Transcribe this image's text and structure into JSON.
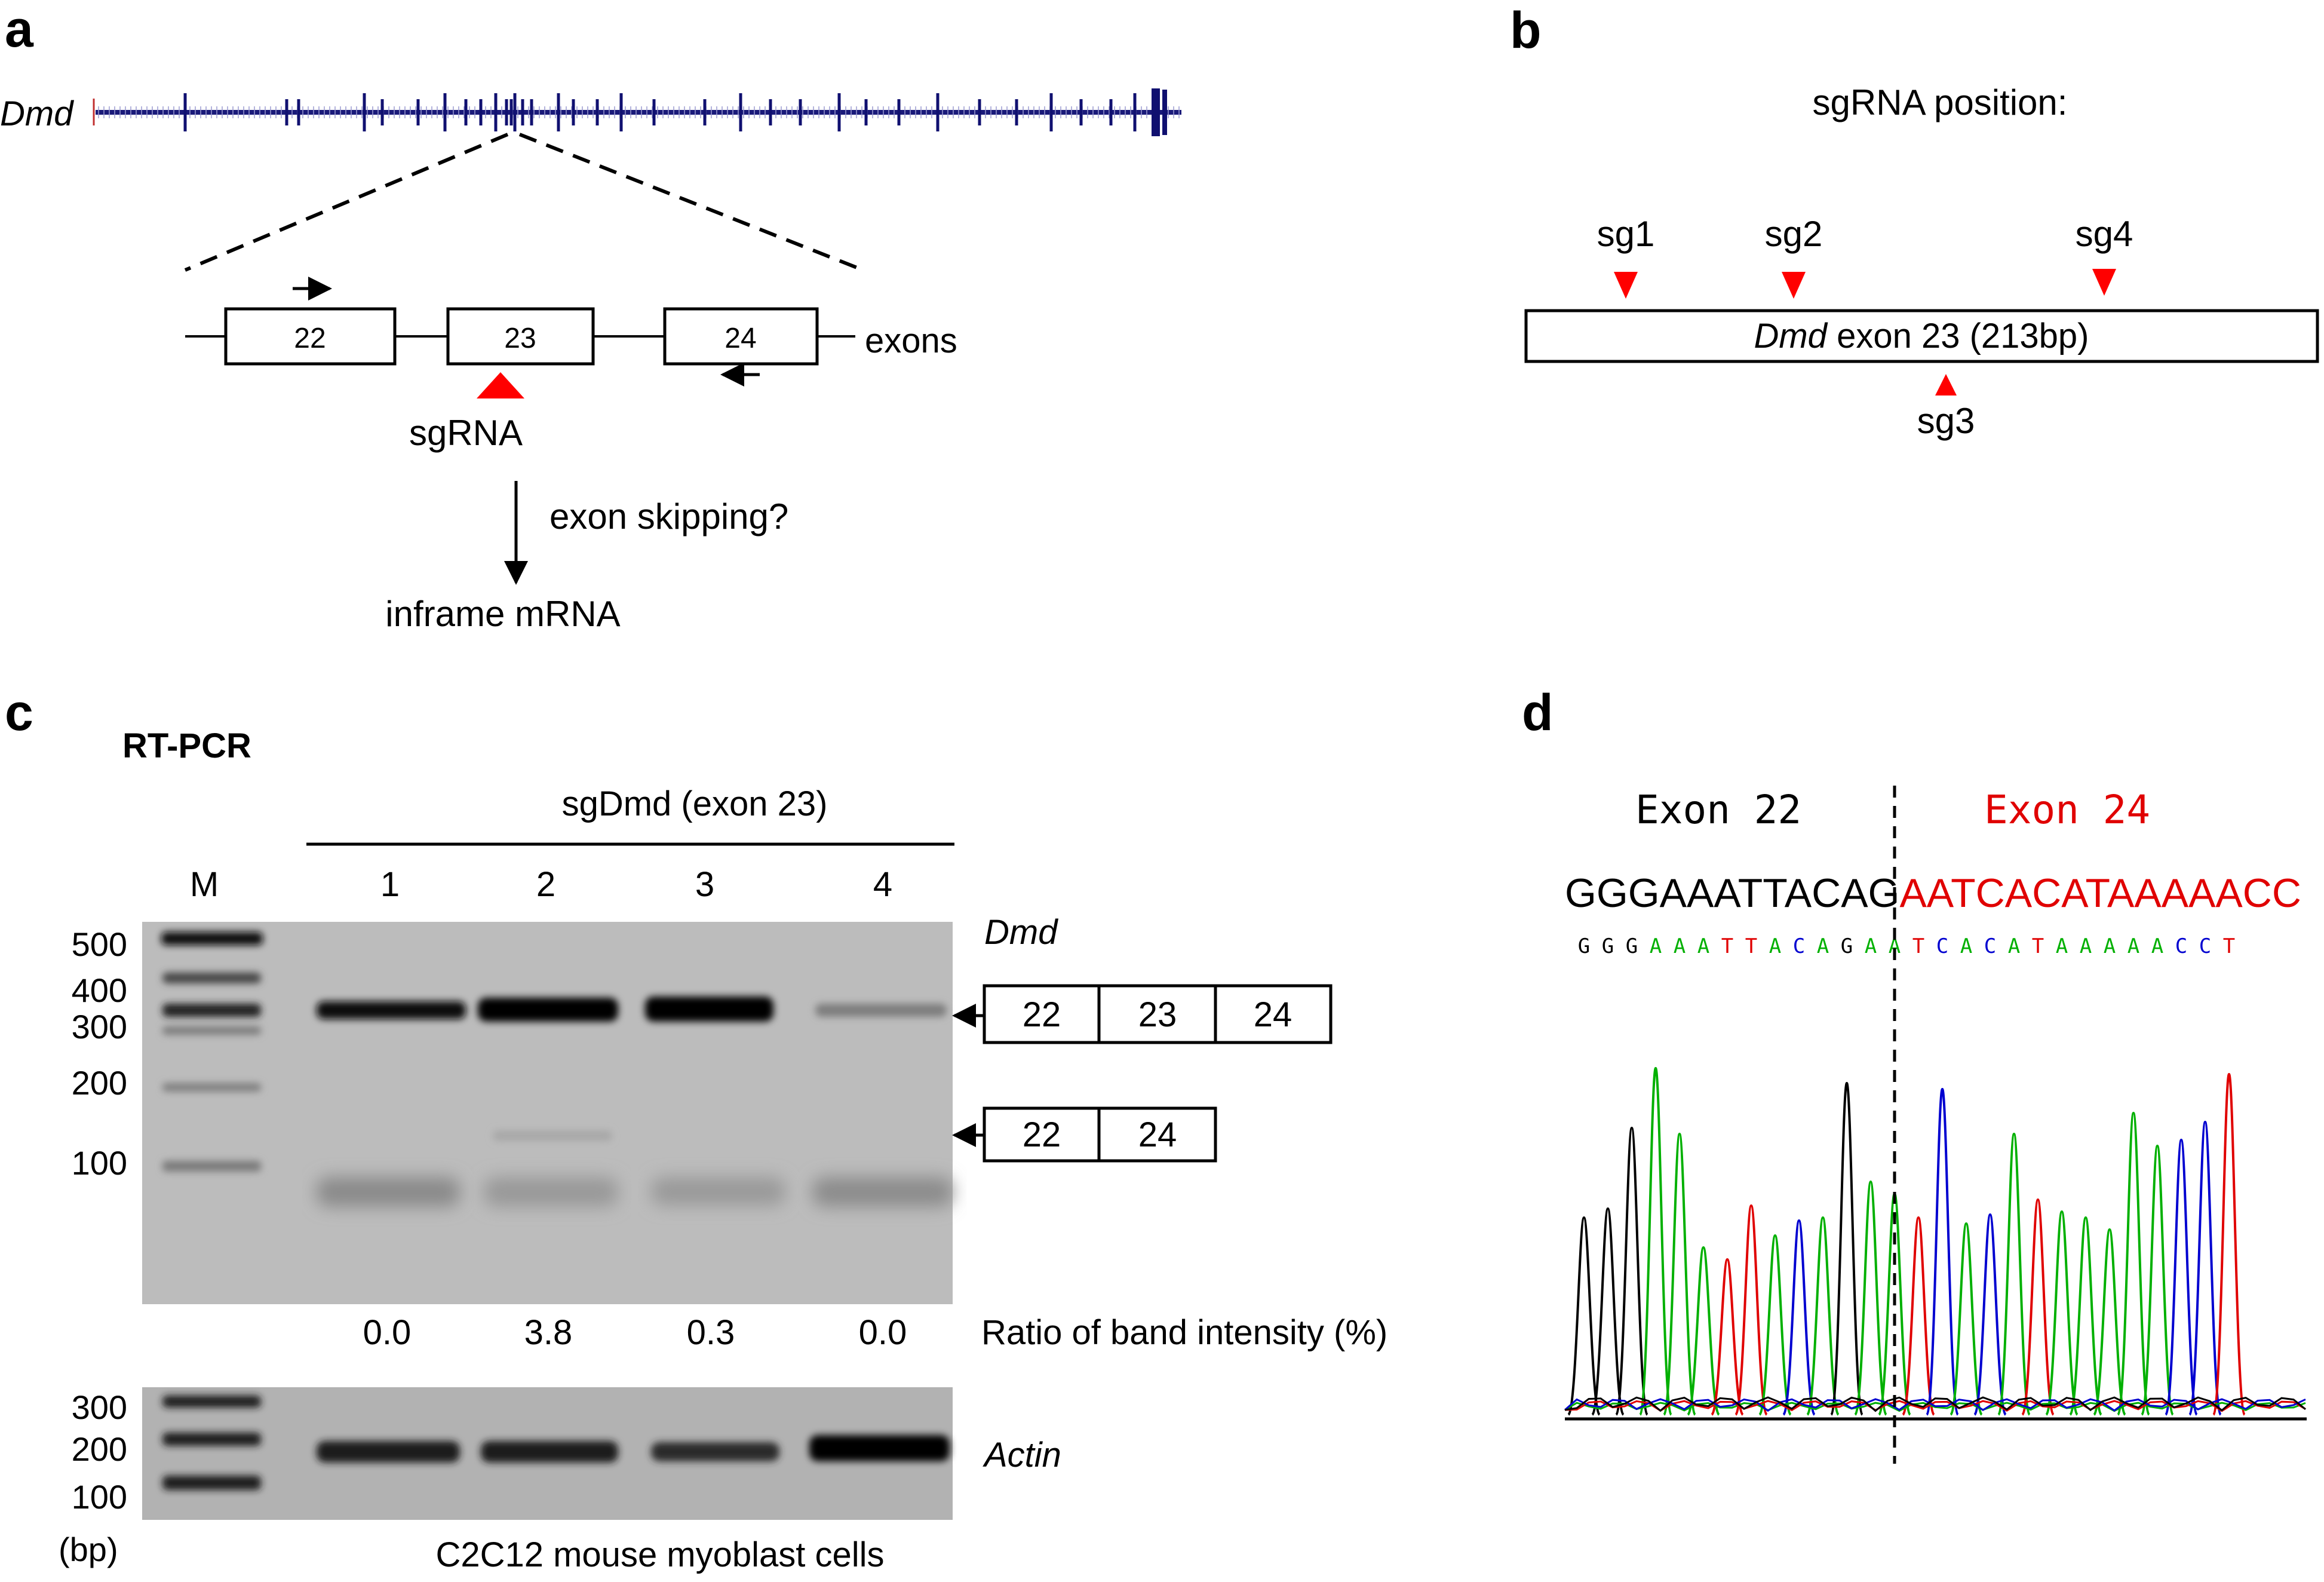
{
  "panel_a": {
    "label": "a",
    "gene": "Dmd",
    "exons": [
      "22",
      "23",
      "24"
    ],
    "exons_label": "exons",
    "sgrna_label": "sgRNA",
    "arrow_label": "exon skipping?",
    "result_label": "inframe mRNA"
  },
  "panel_b": {
    "label": "b",
    "title": "sgRNA position:",
    "gene": "Dmd",
    "exon_text": " exon 23  (213bp)",
    "sgrnas": [
      "sg1",
      "sg2",
      "sg4",
      "sg3"
    ]
  },
  "panel_c": {
    "label": "c",
    "method": "RT-PCR",
    "group_label": "sgDmd (exon 23)",
    "marker_label": "M",
    "lanes": [
      "1",
      "2",
      "3",
      "4"
    ],
    "ladder_top": [
      "500",
      "400",
      "300",
      "200",
      "100"
    ],
    "ladder_bottom": [
      "300",
      "200",
      "100"
    ],
    "unit": "(bp)",
    "gene_label": "Dmd",
    "product_full": [
      "22",
      "23",
      "24"
    ],
    "product_skip": [
      "22",
      "24"
    ],
    "ratios": [
      "0.0",
      "3.8",
      "0.3",
      "0.0"
    ],
    "ratio_label": "Ratio of band intensity (%)",
    "control_label": "Actin",
    "cell_label": "C2C12 mouse myoblast cells"
  },
  "panel_d": {
    "label": "d",
    "left_exon": "Exon 22",
    "right_exon": "Exon 24",
    "seq_left": "GGGAAATTACAG",
    "seq_right": "AATCACATAAAAACC",
    "base_calls": "GGGAAATTACAGAATCACATAAAAACCT",
    "colors": {
      "A": "#00b000",
      "C": "#0000d0",
      "G": "#000000",
      "T": "#e00000",
      "right_exon": "#e00000"
    }
  }
}
